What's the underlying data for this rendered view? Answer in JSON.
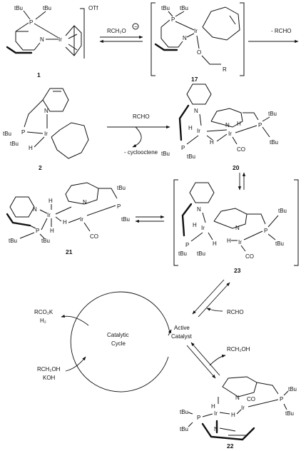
{
  "labels": {
    "tBu": "tBu",
    "P": "P",
    "N": "N",
    "Ir": "Ir",
    "H": "H",
    "O": "O",
    "R": "R",
    "CO": "CO",
    "OTf": "OTf"
  },
  "compounds": {
    "c1": "1",
    "c17": "17",
    "c2": "2",
    "c20": "20",
    "c21": "21",
    "c23": "23",
    "c22": "22"
  },
  "reagents": {
    "alkoxide": "RCH₂O",
    "alkoxide_charge": "−",
    "minus_rcho": "- RCHO",
    "rcho_top": "RCHO",
    "minus_cyclooctene": "- cyclooctene",
    "rcho_side": "RCHO",
    "rch2oh_out": "RCH₂OH",
    "rco2k": "RCO₂K",
    "h2": "H₂",
    "rch2oh_in": "RCH₂OH",
    "koh": "KOH"
  },
  "cycle": {
    "line1": "Catalytic",
    "line2": "Cycle",
    "active1": "Active",
    "active2": "Catalyst"
  }
}
